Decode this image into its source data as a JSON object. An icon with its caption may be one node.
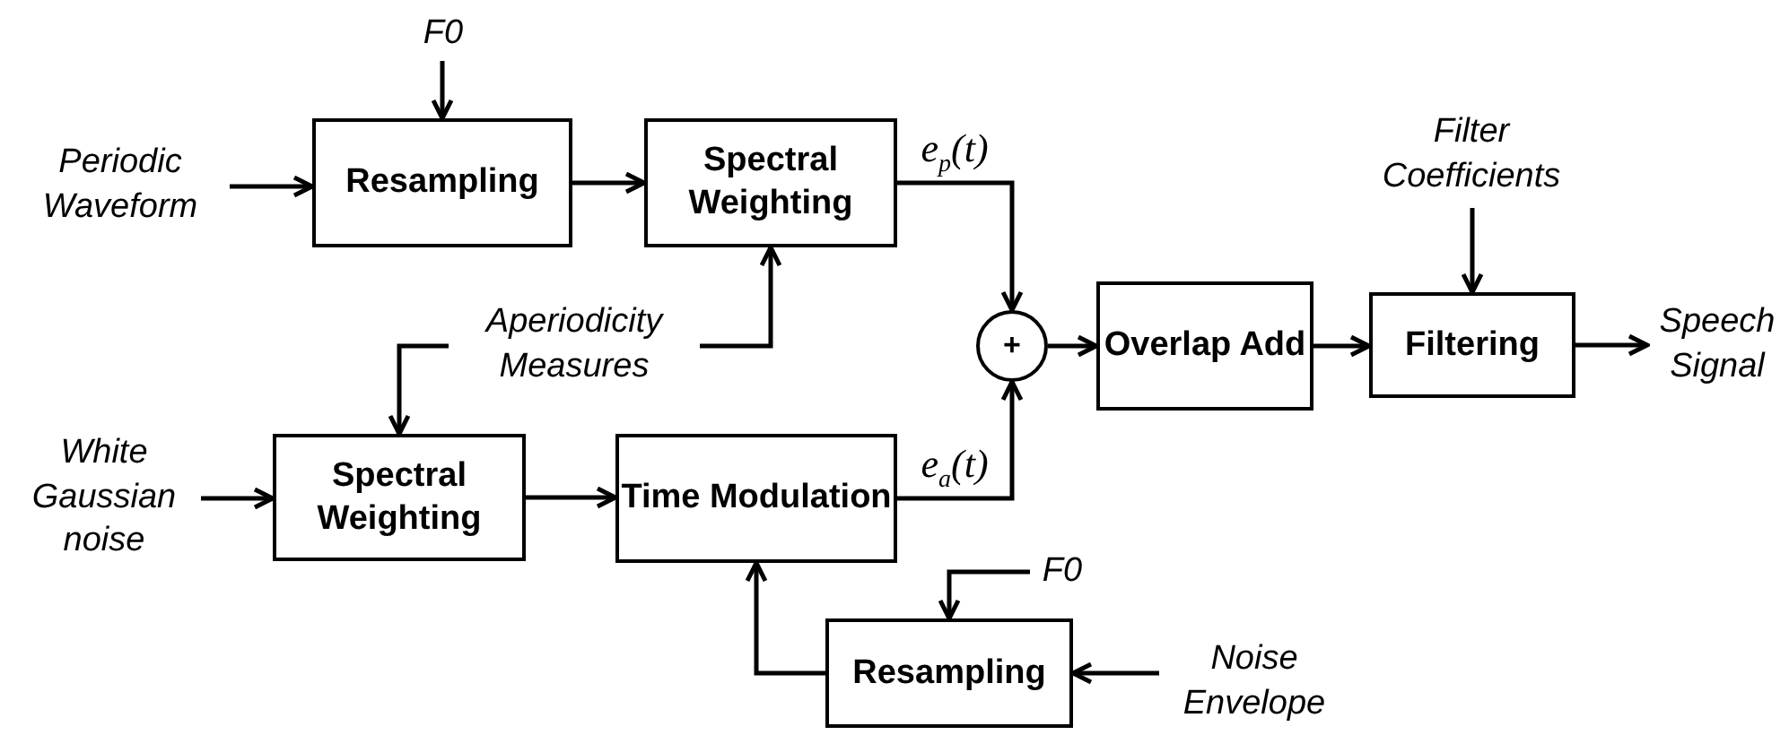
{
  "diagram": {
    "nodes": [
      {
        "text": [
          "F0"
        ]
      },
      {
        "text": [
          "Periodic Waveform"
        ]
      },
      {
        "text": [
          "Resampling"
        ]
      },
      {
        "text": [
          "Spectral Weighting"
        ]
      },
      {
        "text": [
          "Aperiodicity Measures"
        ]
      },
      {
        "text": [
          "White Gaussian noise"
        ]
      },
      {
        "text": [
          "Spectral Weighting"
        ]
      },
      {
        "text": [
          "Time Modulation"
        ]
      },
      {
        "text": [
          "+"
        ]
      },
      {
        "text": [
          "Overlap Add"
        ]
      },
      {
        "text": [
          "Filtering"
        ]
      },
      {
        "text": [
          "Filter Coefficients"
        ]
      },
      {
        "text": [
          "Speech Signal"
        ]
      },
      {
        "text": [
          "F0"
        ]
      },
      {
        "text": [
          "Resampling"
        ]
      },
      {
        "text": [
          "Noise Envelope"
        ]
      }
    ],
    "edges": [
      {
        "from": 0,
        "to": 2,
        "arrow": "to"
      },
      {
        "from": 1,
        "to": 2,
        "arrow": "to"
      },
      {
        "from": 2,
        "to": 3,
        "arrow": "to"
      },
      {
        "from": 4,
        "to": 3,
        "arrow": "to"
      },
      {
        "from": 4,
        "to": 6,
        "arrow": "to"
      },
      {
        "from": 5,
        "to": 6,
        "arrow": "to"
      },
      {
        "from": 6,
        "to": 7,
        "arrow": "to"
      },
      {
        "from": 3,
        "to": 8,
        "arrow": "to",
        "label": "e$_{p}$(t)"
      },
      {
        "from": 7,
        "to": 8,
        "arrow": "to",
        "label": "e$_{a}$(t)"
      },
      {
        "from": 8,
        "to": 9,
        "arrow": "to"
      },
      {
        "from": 9,
        "to": 10,
        "arrow": "to"
      },
      {
        "from": 11,
        "to": 10,
        "arrow": "to"
      },
      {
        "from": 10,
        "to": 12,
        "arrow": "to"
      },
      {
        "from": 13,
        "to": 14,
        "arrow": "to"
      },
      {
        "from": 15,
        "to": 14,
        "arrow": "to"
      },
      {
        "from": 14,
        "to": 7,
        "arrow": "to"
      }
    ]
  }
}
